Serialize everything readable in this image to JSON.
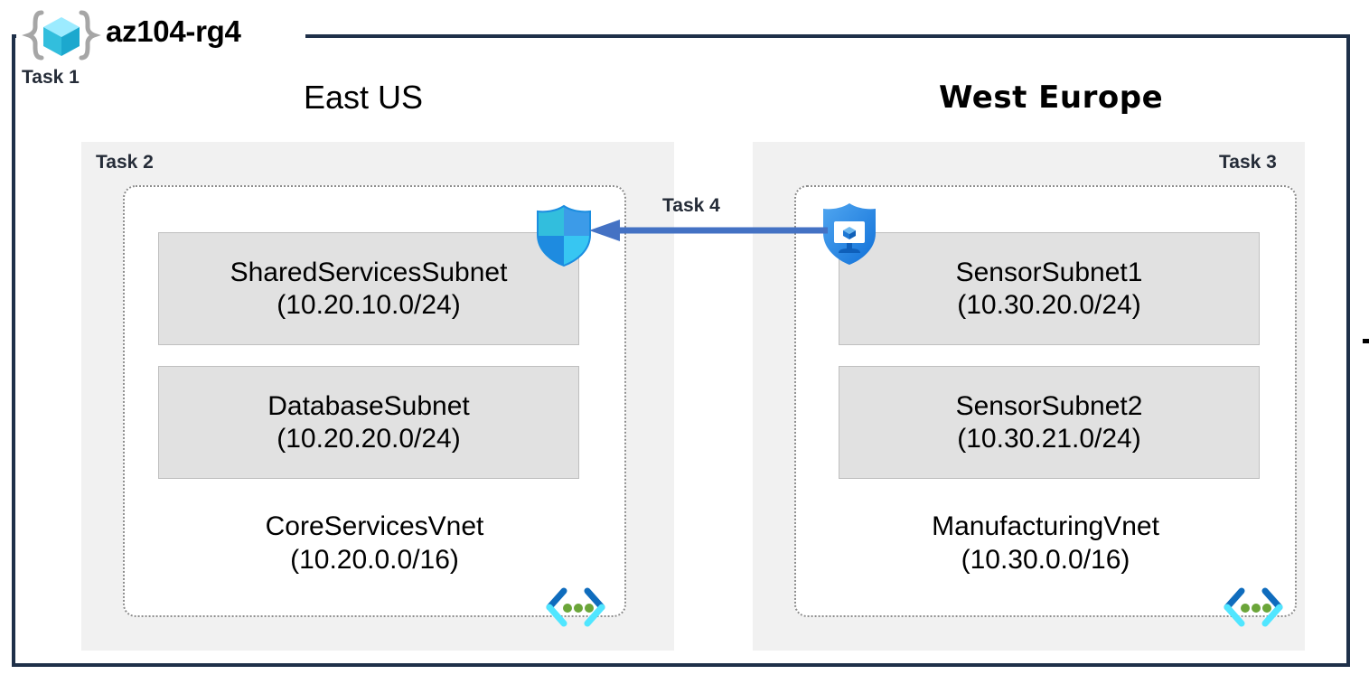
{
  "resource_group": {
    "title": "az104-rg4",
    "icon": "resource-group-cube-icon",
    "task_label": "Task 1"
  },
  "regions": [
    {
      "name": "East US",
      "task_label": "Task 2",
      "vnet": {
        "name": "CoreServicesVnet",
        "cidr": "(10.20.0.0/16)",
        "icon": "virtual-network-icon",
        "subnets": [
          {
            "name": "SharedServicesSubnet",
            "cidr": "(10.20.10.0/24)"
          },
          {
            "name": "DatabaseSubnet",
            "cidr": "(10.20.20.0/24)"
          }
        ]
      },
      "attached_icon": "network-security-group-shield-icon"
    },
    {
      "name": "West Europe",
      "task_label": "Task 3",
      "vnet": {
        "name": "ManufacturingVnet",
        "cidr": "(10.30.0.0/16)",
        "icon": "virtual-network-icon",
        "subnets": [
          {
            "name": "SensorSubnet1",
            "cidr": "(10.30.20.0/24)"
          },
          {
            "name": "SensorSubnet2",
            "cidr": "(10.30.21.0/24)"
          }
        ]
      },
      "attached_icon": "virtual-machine-shield-icon"
    }
  ],
  "connection": {
    "task_label": "Task 4",
    "direction": "right-to-left",
    "icon": "left-arrow-icon"
  },
  "colors": {
    "frame_border": "#1F3049",
    "region_background": "#F1F1F1",
    "subnet_background": "#E1E1E1",
    "subnet_border": "#BFBFBF",
    "vnet_border": "#8C8C8C",
    "arrow": "#4472C4",
    "task_text": "#252C38",
    "azure_cyan": "#32BEDD",
    "azure_blue": "#0078D4",
    "vnet_dot_green": "#6BA539"
  }
}
